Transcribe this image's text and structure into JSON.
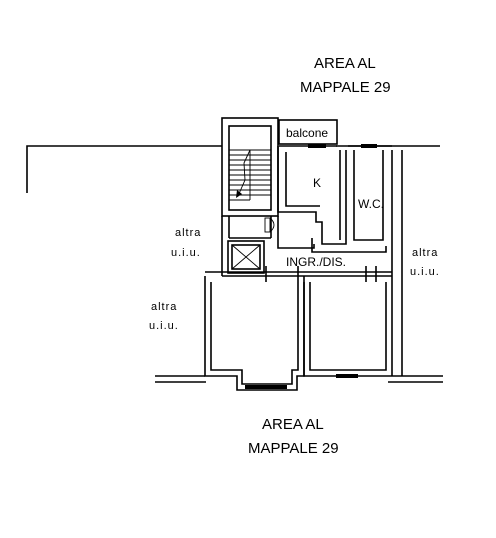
{
  "labels": {
    "area_top_line1": "AREA AL",
    "area_top_line2": "MAPPALE 29",
    "area_bottom_line1": "AREA AL",
    "area_bottom_line2": "MAPPALE 29",
    "balcone": "balcone",
    "kitchen": "K",
    "wc": "W.C.",
    "ingresso": "INGR./DIS.",
    "altra_left_top_1": "altra",
    "altra_left_top_2": "u.i.u.",
    "altra_left_bottom_1": "altra",
    "altra_left_bottom_2": "u.i.u.",
    "altra_right_1": "altra",
    "altra_right_2": "u.i.u."
  }
}
